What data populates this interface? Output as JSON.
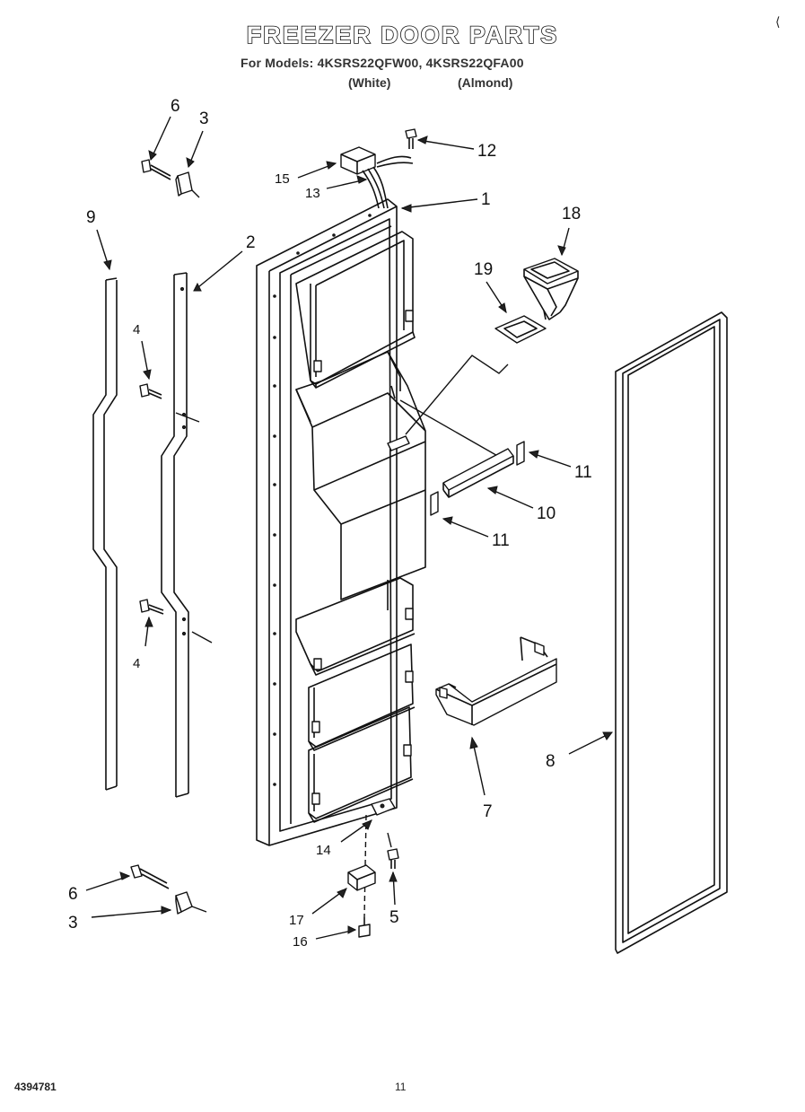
{
  "header": {
    "title": "FREEZER DOOR PARTS",
    "models": "For Models: 4KSRS22QFW00, 4KSRS22QFA00",
    "variant_white": "(White)",
    "variant_almond": "(Almond)",
    "corner_mark": "⟨"
  },
  "footer": {
    "doc_number": "4394781",
    "page_number": "11"
  },
  "callouts": {
    "c1": "1",
    "c2": "2",
    "c3_top": "3",
    "c3_bottom": "3",
    "c4_top": "4",
    "c4_bottom": "4",
    "c5": "5",
    "c6_top": "6",
    "c6_bottom": "6",
    "c7": "7",
    "c8": "8",
    "c9": "9",
    "c10": "10",
    "c11_upper": "11",
    "c11_lower": "11",
    "c12": "12",
    "c13": "13",
    "c14": "14",
    "c15": "15",
    "c16": "16",
    "c17": "17",
    "c18": "18",
    "c19": "19"
  }
}
